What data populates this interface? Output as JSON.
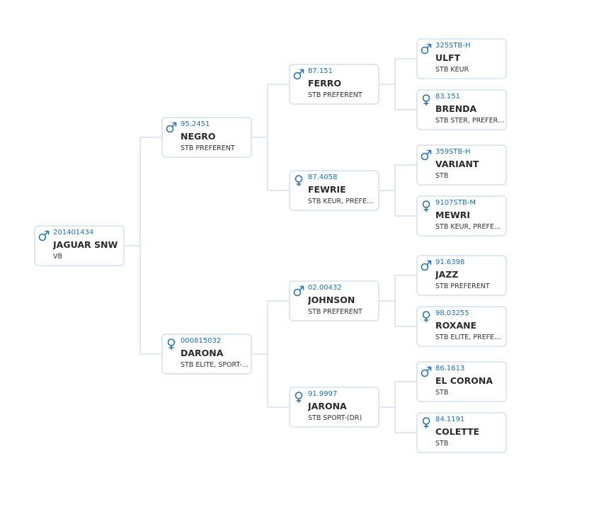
{
  "accent_color": "#1f6fb2",
  "border_color": "#dbe8f3",
  "icons": {
    "male": "male-symbol",
    "female": "female-symbol"
  },
  "horses": [
    {
      "id": "subject",
      "sex": "male",
      "reg": "201401434",
      "name": "JAGUAR SNW",
      "pred": "VB"
    },
    {
      "id": "sire",
      "sex": "male",
      "reg": "95.2451",
      "name": "NEGRO",
      "pred": "STB PREFERENT"
    },
    {
      "id": "dam",
      "sex": "female",
      "reg": "000815032",
      "name": "DARONA",
      "pred": "STB ELITE, SPORT-(DR)"
    },
    {
      "id": "sire-sire",
      "sex": "male",
      "reg": "87.151",
      "name": "FERRO",
      "pred": "STB PREFERENT"
    },
    {
      "id": "sire-dam",
      "sex": "female",
      "reg": "87.4058",
      "name": "FEWRIE",
      "pred": "STB KEUR, PREFERENT"
    },
    {
      "id": "dam-sire",
      "sex": "male",
      "reg": "02.00432",
      "name": "JOHNSON",
      "pred": "STB PREFERENT"
    },
    {
      "id": "dam-dam",
      "sex": "female",
      "reg": "91.9997",
      "name": "JARONA",
      "pred": "STB SPORT-(DR)"
    },
    {
      "id": "ss-sire",
      "sex": "male",
      "reg": "325STB-H",
      "name": "ULFT",
      "pred": "STB KEUR"
    },
    {
      "id": "ss-dam",
      "sex": "female",
      "reg": "83.151",
      "name": "BRENDA",
      "pred": "STB STER, PREFERENT"
    },
    {
      "id": "sd-sire",
      "sex": "male",
      "reg": "359STB-H",
      "name": "VARIANT",
      "pred": "STB"
    },
    {
      "id": "sd-dam",
      "sex": "female",
      "reg": "9107STB-M",
      "name": "MEWRI",
      "pred": "STB KEUR, PREFERENT"
    },
    {
      "id": "ds-sire",
      "sex": "male",
      "reg": "91.6398",
      "name": "JAZZ",
      "pred": "STB PREFERENT"
    },
    {
      "id": "ds-dam",
      "sex": "female",
      "reg": "98.03255",
      "name": "ROXANE",
      "pred": "STB ELITE, PREFERENT"
    },
    {
      "id": "dd-sire",
      "sex": "male",
      "reg": "86.1613",
      "name": "EL CORONA",
      "pred": "STB"
    },
    {
      "id": "dd-dam",
      "sex": "female",
      "reg": "84.1191",
      "name": "COLETTE",
      "pred": "STB"
    }
  ]
}
